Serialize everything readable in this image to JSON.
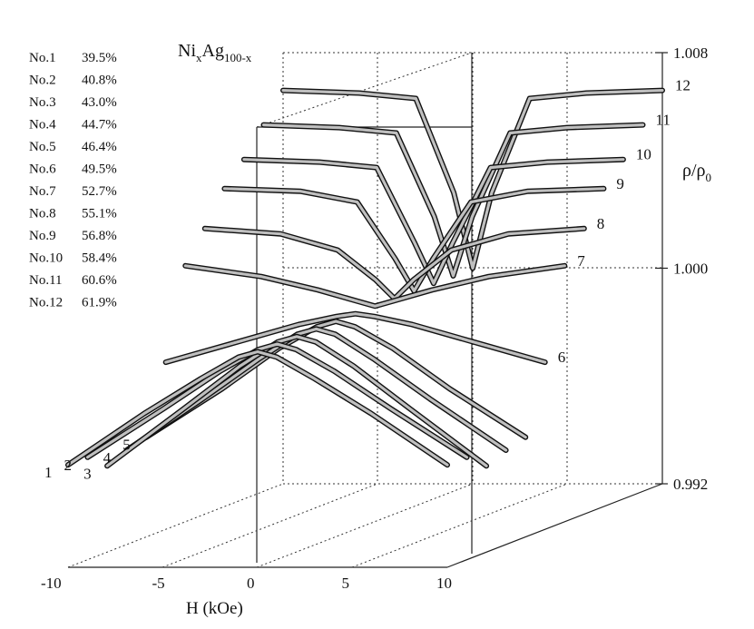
{
  "chart_data": {
    "type": "line",
    "title": "Ni_xAg_100-x",
    "title_parts": {
      "base1": "Ni",
      "sub1": "x",
      "base2": "Ag",
      "sub2": "100-x"
    },
    "xlabel": "H (kOe)",
    "zlabel_parts": {
      "base1": "ρ/ρ",
      "sub1": "0"
    },
    "xlim": [
      -10,
      10
    ],
    "zlim": [
      0.992,
      1.008
    ],
    "x_ticks": [
      "-10",
      "-5",
      "0",
      "5",
      "10"
    ],
    "z_ticks": [
      "0.992",
      "1.000",
      "1.008"
    ],
    "grid": true,
    "legend": [
      {
        "label": "No.1",
        "value": "39.5%"
      },
      {
        "label": "No.2",
        "value": "40.8%"
      },
      {
        "label": "No.3",
        "value": "43.0%"
      },
      {
        "label": "No.4",
        "value": "44.7%"
      },
      {
        "label": "No.5",
        "value": "46.4%"
      },
      {
        "label": "No.6",
        "value": "49.5%"
      },
      {
        "label": "No.7",
        "value": "52.7%"
      },
      {
        "label": "No.8",
        "value": "55.1%"
      },
      {
        "label": "No.9",
        "value": "56.8%"
      },
      {
        "label": "No.10",
        "value": "58.4%"
      },
      {
        "label": "No.11",
        "value": "60.6%"
      },
      {
        "label": "No.12",
        "value": "61.9%"
      }
    ],
    "series": [
      {
        "name": "1",
        "x": [
          -10,
          -6,
          -3,
          -1,
          0,
          1,
          3,
          6,
          10
        ],
        "y": [
          0.9958,
          0.9977,
          0.999,
          0.9998,
          1.0,
          0.9998,
          0.999,
          0.9977,
          0.9958
        ]
      },
      {
        "name": "2",
        "x": [
          -10,
          -6,
          -3,
          -1,
          0,
          1,
          3,
          6,
          10
        ],
        "y": [
          0.9958,
          0.9976,
          0.999,
          0.9998,
          1.0,
          0.9998,
          0.999,
          0.9976,
          0.9958
        ]
      },
      {
        "name": "3",
        "x": [
          -10,
          -6,
          -3,
          -1,
          0,
          1,
          3,
          6,
          10
        ],
        "y": [
          0.9952,
          0.9973,
          0.9989,
          0.9998,
          1.0,
          0.9998,
          0.9989,
          0.9973,
          0.9952
        ]
      },
      {
        "name": "4",
        "x": [
          -10,
          -6,
          -3,
          -1,
          0,
          1,
          3,
          6,
          10
        ],
        "y": [
          0.9955,
          0.9974,
          0.9989,
          0.9998,
          1.0,
          0.9998,
          0.9989,
          0.9974,
          0.9955
        ]
      },
      {
        "name": "5",
        "x": [
          -10,
          -6,
          -3,
          -1,
          0,
          1,
          3,
          6,
          10
        ],
        "y": [
          0.9957,
          0.9975,
          0.999,
          0.9998,
          1.0,
          0.9998,
          0.999,
          0.9975,
          0.9957
        ]
      },
      {
        "name": "6",
        "x": [
          -10,
          -6,
          -3,
          -1,
          0,
          1,
          3,
          6,
          10
        ],
        "y": [
          0.9982,
          0.999,
          0.9996,
          0.9999,
          1.0,
          0.9999,
          0.9996,
          0.999,
          0.9982
        ]
      },
      {
        "name": "7",
        "x": [
          -10,
          -6,
          -3,
          -1,
          0,
          1,
          3,
          6,
          10
        ],
        "y": [
          1.0015,
          1.0011,
          1.0006,
          1.0002,
          1.0,
          1.0002,
          1.0006,
          1.0011,
          1.0015
        ]
      },
      {
        "name": "8",
        "x": [
          -10,
          -6,
          -3,
          -1,
          0,
          1,
          3,
          6,
          10
        ],
        "y": [
          1.0026,
          1.0024,
          1.0018,
          1.0007,
          1.0,
          1.0007,
          1.0018,
          1.0024,
          1.0026
        ]
      },
      {
        "name": "9",
        "x": [
          -10,
          -6,
          -3,
          -1,
          0,
          1,
          3,
          6,
          10
        ],
        "y": [
          1.0038,
          1.0037,
          1.0033,
          1.0012,
          1.0,
          1.0012,
          1.0033,
          1.0037,
          1.0038
        ]
      },
      {
        "name": "10",
        "x": [
          -10,
          -6,
          -3,
          -1,
          0,
          1,
          3,
          6,
          10
        ],
        "y": [
          1.0046,
          1.0045,
          1.0043,
          1.0015,
          1.0,
          1.0015,
          1.0043,
          1.0045,
          1.0046
        ]
      },
      {
        "name": "11",
        "x": [
          -10,
          -6,
          -3,
          -1,
          0,
          1,
          3,
          6,
          10
        ],
        "y": [
          1.0056,
          1.0055,
          1.0053,
          1.0022,
          1.0,
          1.0022,
          1.0053,
          1.0055,
          1.0056
        ]
      },
      {
        "name": "12",
        "x": [
          -10,
          -6,
          -3,
          -1,
          0,
          1,
          3,
          6,
          10
        ],
        "y": [
          1.0066,
          1.0065,
          1.0063,
          1.0028,
          1.0,
          1.0028,
          1.0063,
          1.0065,
          1.0066
        ]
      }
    ]
  }
}
